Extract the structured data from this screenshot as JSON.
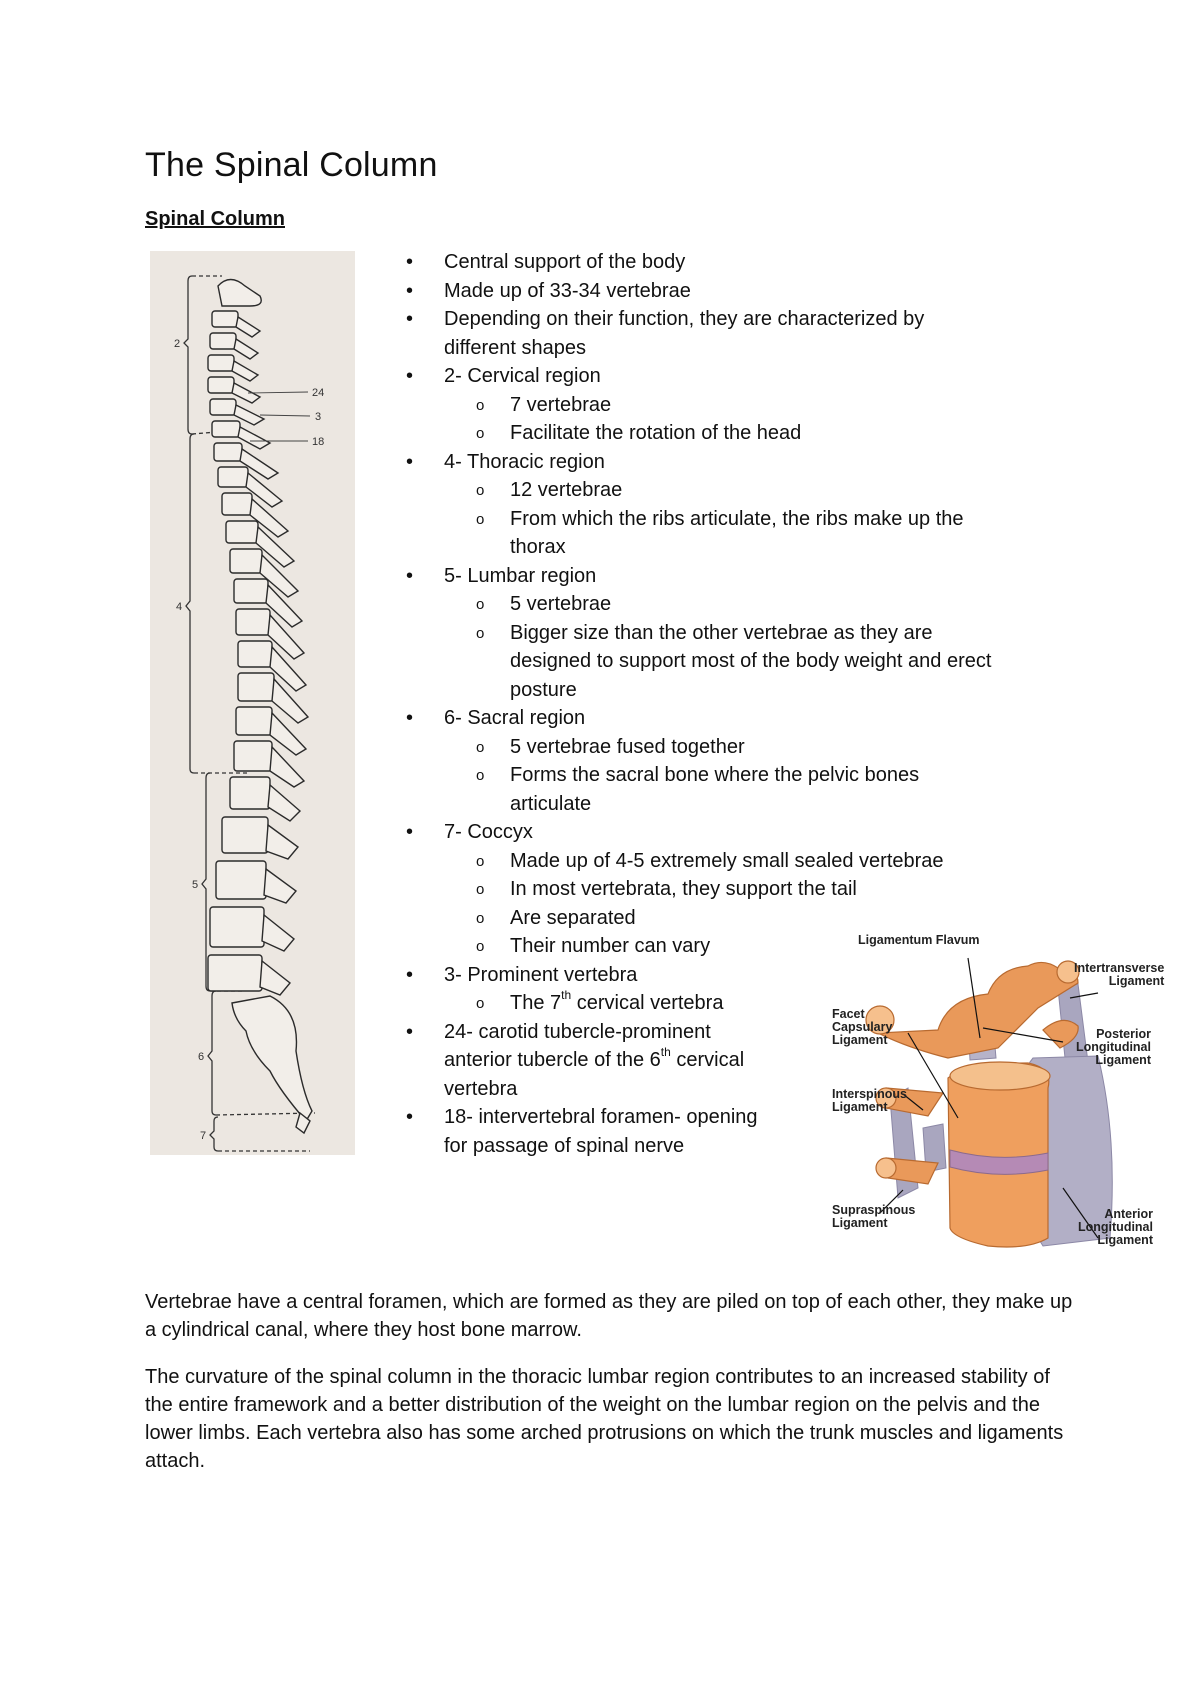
{
  "document": {
    "title": "The Spinal Column",
    "section_heading": "Spinal Column"
  },
  "spine_figure": {
    "caption_labels": [
      "2",
      "4",
      "5",
      "6",
      "7",
      "24",
      "3",
      "18"
    ],
    "background": "#ece7e1"
  },
  "bullets": [
    {
      "level": 1,
      "text": "Central support of the body"
    },
    {
      "level": 1,
      "text": "Made up of 33-34 vertebrae"
    },
    {
      "level": 1,
      "text": "Depending on their function, they are characterized by different shapes"
    },
    {
      "level": 1,
      "text": "2- Cervical region"
    },
    {
      "level": 2,
      "text": "7 vertebrae"
    },
    {
      "level": 2,
      "text": "Facilitate the rotation of the head"
    },
    {
      "level": 1,
      "text": "4- Thoracic region"
    },
    {
      "level": 2,
      "text": "12 vertebrae"
    },
    {
      "level": 2,
      "text": "From which the ribs articulate, the ribs make up the thorax"
    },
    {
      "level": 1,
      "text": "5- Lumbar region"
    },
    {
      "level": 2,
      "text": "5 vertebrae"
    },
    {
      "level": 2,
      "text": "Bigger size than the other vertebrae as they are designed to support most of the body weight and erect posture"
    },
    {
      "level": 1,
      "text": "6- Sacral region"
    },
    {
      "level": 2,
      "text": "5 vertebrae fused together"
    },
    {
      "level": 2,
      "text": "Forms the sacral bone where the pelvic bones articulate"
    },
    {
      "level": 1,
      "text": "7- Coccyx"
    },
    {
      "level": 2,
      "text": "Made up of 4-5 extremely small sealed vertebrae"
    },
    {
      "level": 2,
      "text": "In most vertebrata, they support the tail"
    },
    {
      "level": 2,
      "text": "Are separated"
    },
    {
      "level": 2,
      "text": "Their number can vary"
    },
    {
      "level": 1,
      "text": "3- Prominent vertebra"
    },
    {
      "level": 2,
      "text_pre": "The 7",
      "sup": "th",
      "text_post": " cervical vertebra"
    },
    {
      "level": 1,
      "text_pre": "24- carotid tubercle-prominent anterior tubercle of the 6",
      "sup": "th",
      "text_post": " cervical vertebra"
    },
    {
      "level": 1,
      "text": "18- intervertebral foramen- opening for passage of spinal nerve"
    }
  ],
  "ligament_figure": {
    "labels": {
      "ligamentum_flavum": "Ligamentum Flavum",
      "intertransverse": "Intertransverse\nLigament",
      "facet_capsulary": "Facet\nCapsulary\nLigament",
      "posterior_longitudinal": "Posterior\nLongitudinal\nLigament",
      "interspinous": "Interspinous\nLigament",
      "supraspinous": "Supraspinous\nLigament",
      "anterior_longitudinal": "Anterior\nLongitudinal\nLigament"
    },
    "colors": {
      "bone": "#e9995a",
      "bone_light": "#f6c08d",
      "ligament": "#a9a6bf",
      "disc": "#b58ab5"
    }
  },
  "paragraphs": {
    "p1": "Vertebrae have a central foramen, which are formed as they are piled on top of each other, they make up a cylindrical canal, where they host bone marrow.",
    "p2": "The curvature of the spinal column in the thoracic lumbar region contributes to an increased stability of the entire framework and a better distribution of the weight on the lumbar region on the pelvis and the lower limbs. Each vertebra also has some arched protrusions on which the trunk muscles and ligaments attach."
  }
}
